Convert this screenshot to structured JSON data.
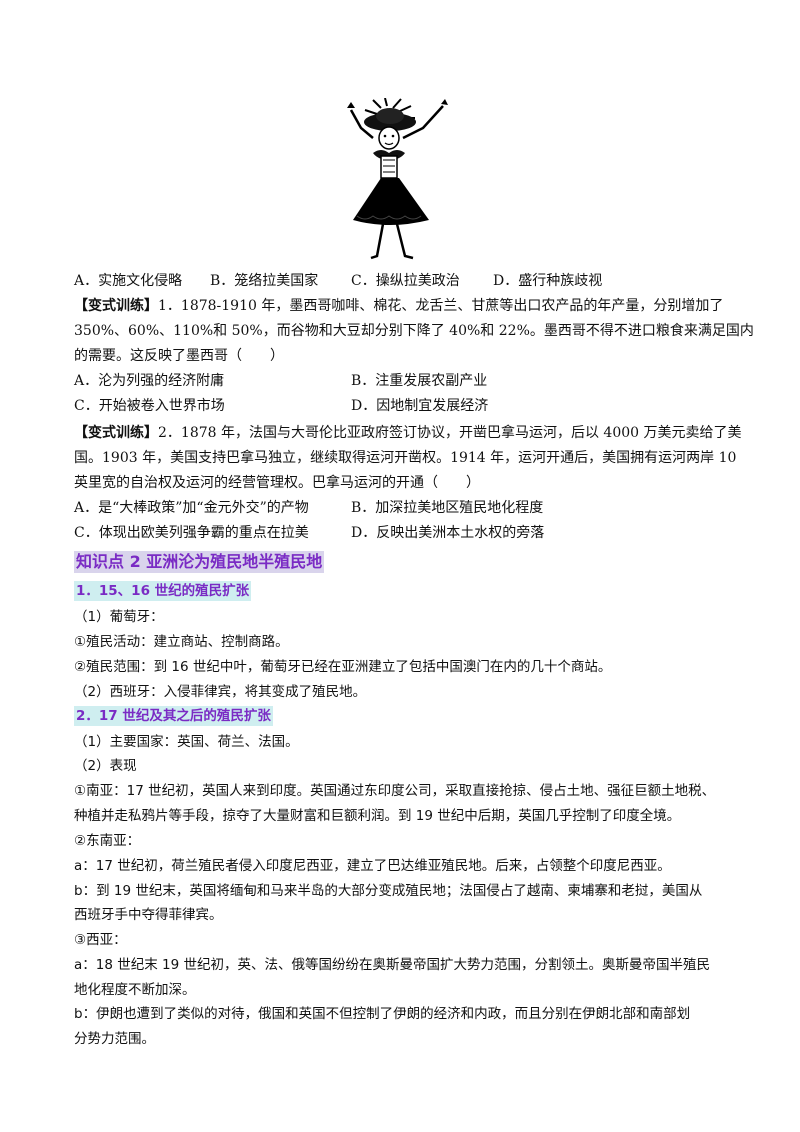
{
  "cartoon": {
    "alt": "漫画人物"
  },
  "q_options_prev": {
    "a": "A．实施文化侵略",
    "b": "B．笼络拉美国家",
    "c": "C．操纵拉美政治",
    "d": "D．盛行种族歧视"
  },
  "exercise1": {
    "tag": "【变式训练】",
    "lines": [
      "1．1878-1910 年，墨西哥咖啡、棉花、龙舌兰、甘蔗等出口农产品的年产量，分别增加了",
      "350%、60%、110%和 50%，而谷物和大豆却分别下降了 40%和 22%。墨西哥不得不进口粮食来满足国内",
      "的需要。这反映了墨西哥（　　）"
    ],
    "options": {
      "a": "A．沦为列强的经济附庸",
      "b": "B．注重发展农副产业",
      "c": "C．开始被卷入世界市场",
      "d": "D．因地制宜发展经济"
    }
  },
  "exercise2": {
    "tag": "【变式训练】",
    "lines": [
      "2．1878 年，法国与大哥伦比亚政府签订协议，开凿巴拿马运河，后以 4000 万美元卖给了美",
      "国。1903 年，美国支持巴拿马独立，继续取得运河开凿权。1914 年，运河开通后，美国拥有运河两岸 10",
      "英里宽的自治权及运河的经营管理权。巴拿马运河的开通（　　）"
    ],
    "options": {
      "a": "A．是“大棒政策”加“金元外交”的产物",
      "b": "B．加深拉美地区殖民地化程度",
      "c": "C．体现出欧美列强争霸的重点在拉美",
      "d": "D．反映出美洲本土水权的旁落"
    }
  },
  "knowledge_point": {
    "title": "知识点 2  亚洲沦为殖民地半殖民地",
    "section1": {
      "title": "1．15、16 世纪的殖民扩张",
      "lines": [
        "（1）葡萄牙：",
        "①殖民活动：建立商站、控制商路。",
        "②殖民范围：到 16 世纪中叶，葡萄牙已经在亚洲建立了包括中国澳门在内的几十个商站。",
        "（2）西班牙：入侵菲律宾，将其变成了殖民地。"
      ]
    },
    "section2": {
      "title": "2．17 世纪及其之后的殖民扩张",
      "lines": [
        "（1）主要国家：英国、荷兰、法国。",
        "（2）表现",
        "①南亚：17 世纪初，英国人来到印度。英国通过东印度公司，采取直接抢掠、侵占土地、强征巨额土地税、",
        "种植并走私鸦片等手段，掠夺了大量财富和巨额利润。到 19 世纪中后期，英国几乎控制了印度全境。",
        "②东南亚：",
        "a：17 世纪初，荷兰殖民者侵入印度尼西亚，建立了巴达维亚殖民地。后来，占领整个印度尼西亚。",
        "b：到 19 世纪末，英国将缅甸和马来半岛的大部分变成殖民地；法国侵占了越南、柬埔寨和老挝，美国从",
        "西班牙手中夺得菲律宾。",
        "③西亚：",
        "a：18 世纪末 19 世纪初，英、法、俄等国纷纷在奥斯曼帝国扩大势力范围，分割领土。奥斯曼帝国半殖民",
        "地化程度不断加深。",
        "b：伊朗也遭到了类似的对待，俄国和英国不但控制了伊朗的经济和内政，而且分别在伊朗北部和南部划",
        "分势力范围。"
      ]
    }
  }
}
